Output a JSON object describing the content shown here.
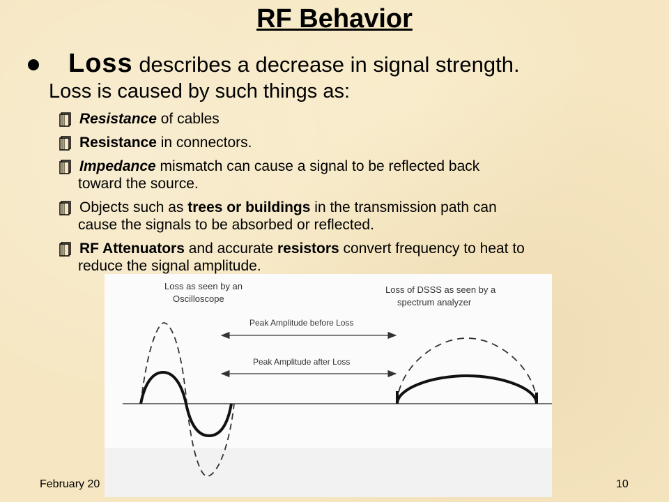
{
  "slide": {
    "title": "RF Behavior",
    "main_bullet": {
      "lead": "Loss",
      "line1_rest": " describes a decrease in signal strength.",
      "line2": "Loss is caused by such things as:"
    },
    "items": [
      {
        "bold": "Resistance",
        "italic": true,
        "rest": " of cables",
        "cont": ""
      },
      {
        "bold": "Resistance",
        "italic": false,
        "rest": " in connectors.",
        "cont": ""
      },
      {
        "bold": "Impedance",
        "italic": true,
        "rest": " mismatch can cause a signal to be reflected back",
        "cont": "toward the source."
      },
      {
        "pre": "Objects such as ",
        "bold": "trees or buildings",
        "rest": " in the transmission path can",
        "cont": "cause the signals to be absorbed or reflected."
      },
      {
        "bold": "RF Attenuators",
        "rest": " and accurate ",
        "bold2": "resistors",
        "rest2": " convert frequency to heat to",
        "cont": "reduce the signal amplitude."
      }
    ],
    "figure": {
      "label_left_1": "Loss as seen by an",
      "label_left_2": "Oscilloscope",
      "label_right_1": "Loss of DSSS as seen by a",
      "label_right_2": "spectrum analyzer",
      "arrow_top": "Peak Amplitude before Loss",
      "arrow_bottom": "Peak Amplitude after Loss"
    },
    "footer": {
      "date": "February 20",
      "page": "10"
    }
  }
}
